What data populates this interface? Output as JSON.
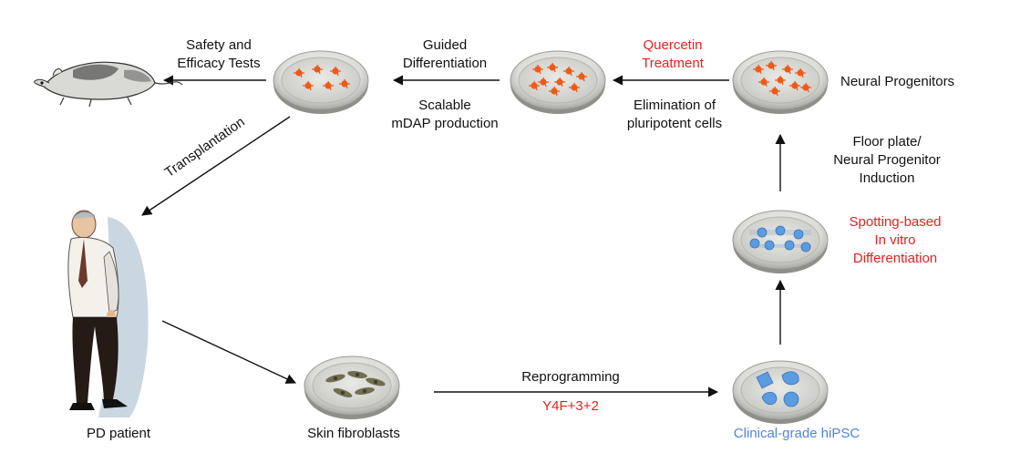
{
  "colors": {
    "red_text": "#e8201e",
    "blue_text": "#4f86d6",
    "arrow": "#111111",
    "neuron_cells": "#ee5a18",
    "stem_cells": "#5b9be0",
    "fibroblast_cells": "#6f6e4f"
  },
  "nodes": {
    "patient": {
      "label": "PD patient"
    },
    "fibroblasts": {
      "label": "Skin fibroblasts"
    },
    "hipsc": {
      "label": "Clinical-grade hiPSC"
    },
    "spotting": {
      "label": [
        "Spotting-based",
        "In vitro",
        "Differentiation"
      ]
    },
    "neural_progenitors": {
      "label": "Neural Progenitors"
    },
    "quercetin_dish": {
      "label": [
        "Quercetin",
        "Treatment"
      ],
      "caption": [
        "Elimination of",
        "pluripotent cells"
      ]
    },
    "mdap_dish": {
      "label": [
        "Guided",
        "Differentiation"
      ],
      "caption": [
        "Scalable",
        "mDAP production"
      ]
    },
    "mouse": {
      "label": [
        "Safety and",
        "Efficacy Tests"
      ]
    }
  },
  "edges": {
    "reprogramming": {
      "label": "Reprogramming",
      "sublabel": "Y4F+3+2"
    },
    "floor_plate": {
      "label": [
        "Floor plate/",
        "Neural Progenitor",
        "Induction"
      ]
    },
    "transplantation": {
      "label": "Transplantation"
    }
  }
}
